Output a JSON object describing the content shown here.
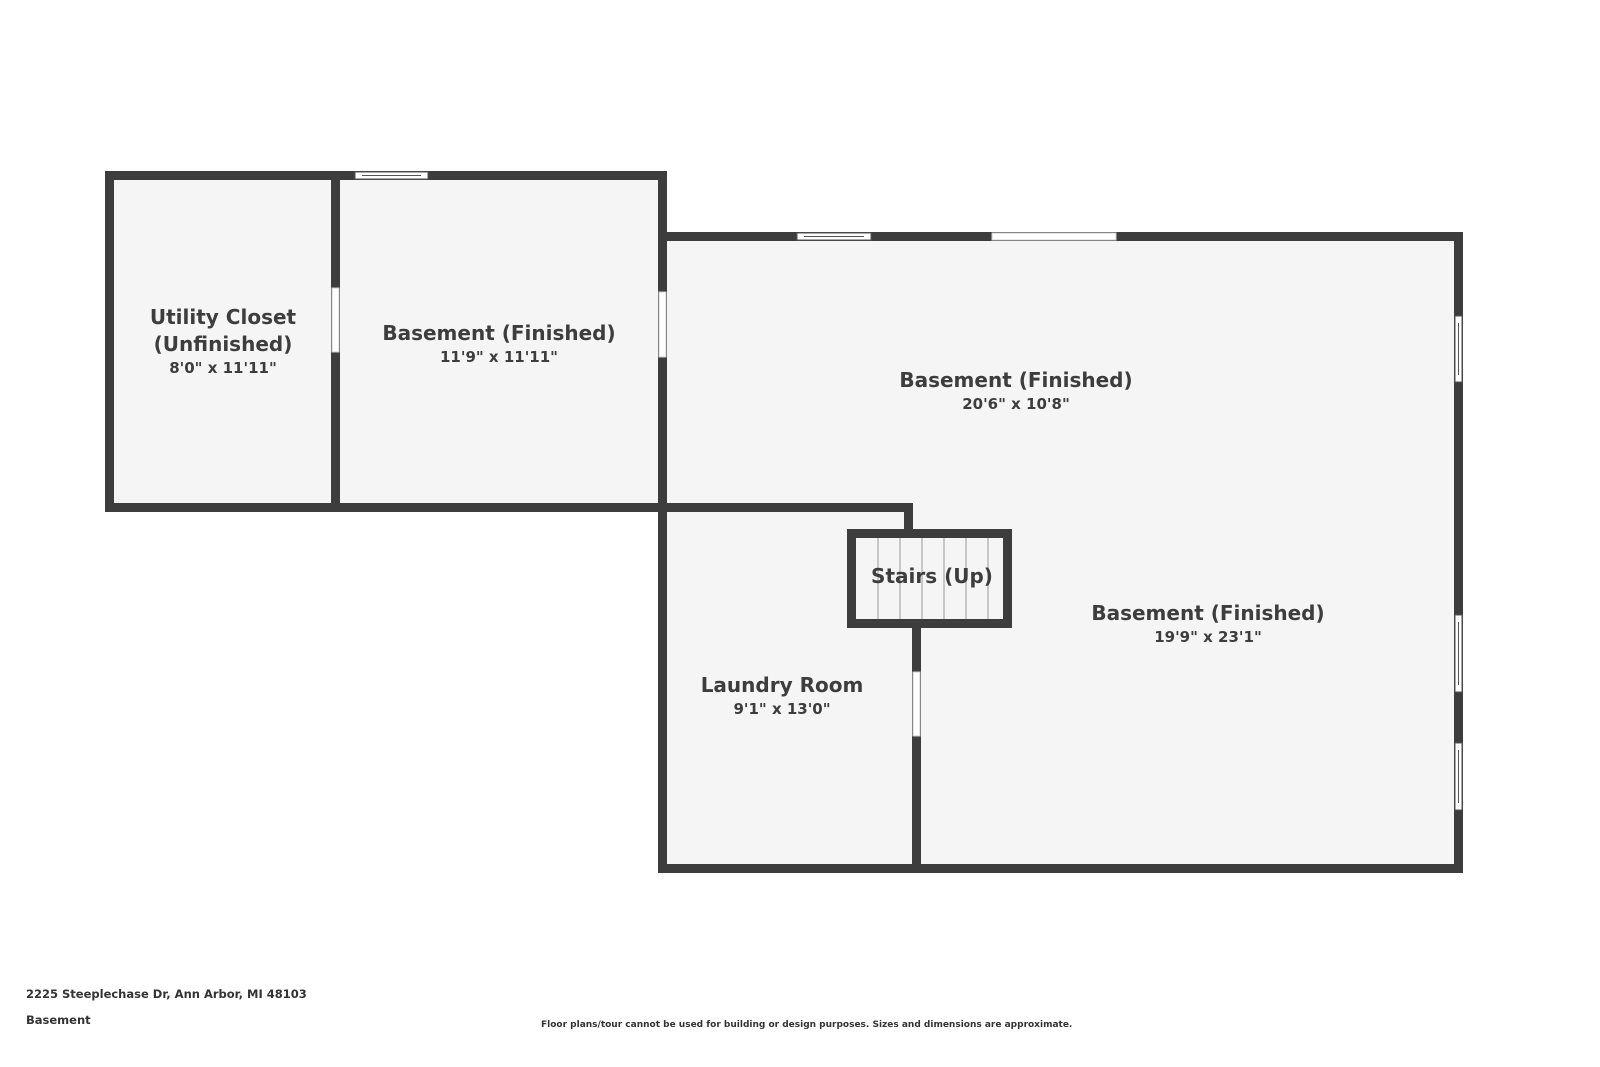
{
  "colors": {
    "wall": "#3d3d3d",
    "floor": "#f5f5f5",
    "background": "#ffffff"
  },
  "rooms": [
    {
      "name": "Utility Closet (Unfinished)",
      "line1": "Utility Closet",
      "line2": "(Unfinished)",
      "dimensions": "8'0\" x 11'11\""
    },
    {
      "name": "Basement (Finished)",
      "dimensions": "11'9\" x 11'11\""
    },
    {
      "name": "Basement (Finished)",
      "dimensions": "20'6\" x 10'8\""
    },
    {
      "name": "Stairs (Up)"
    },
    {
      "name": "Basement (Finished)",
      "dimensions": "19'9\" x 23'1\""
    },
    {
      "name": "Laundry Room",
      "dimensions": "9'1\" x 13'0\""
    }
  ],
  "footer": {
    "address": "2225 Steeplechase Dr, Ann Arbor, MI 48103",
    "floor": "Basement",
    "disclaimer": "Floor plans/tour cannot be used for building or design purposes. Sizes and dimensions are approximate."
  }
}
